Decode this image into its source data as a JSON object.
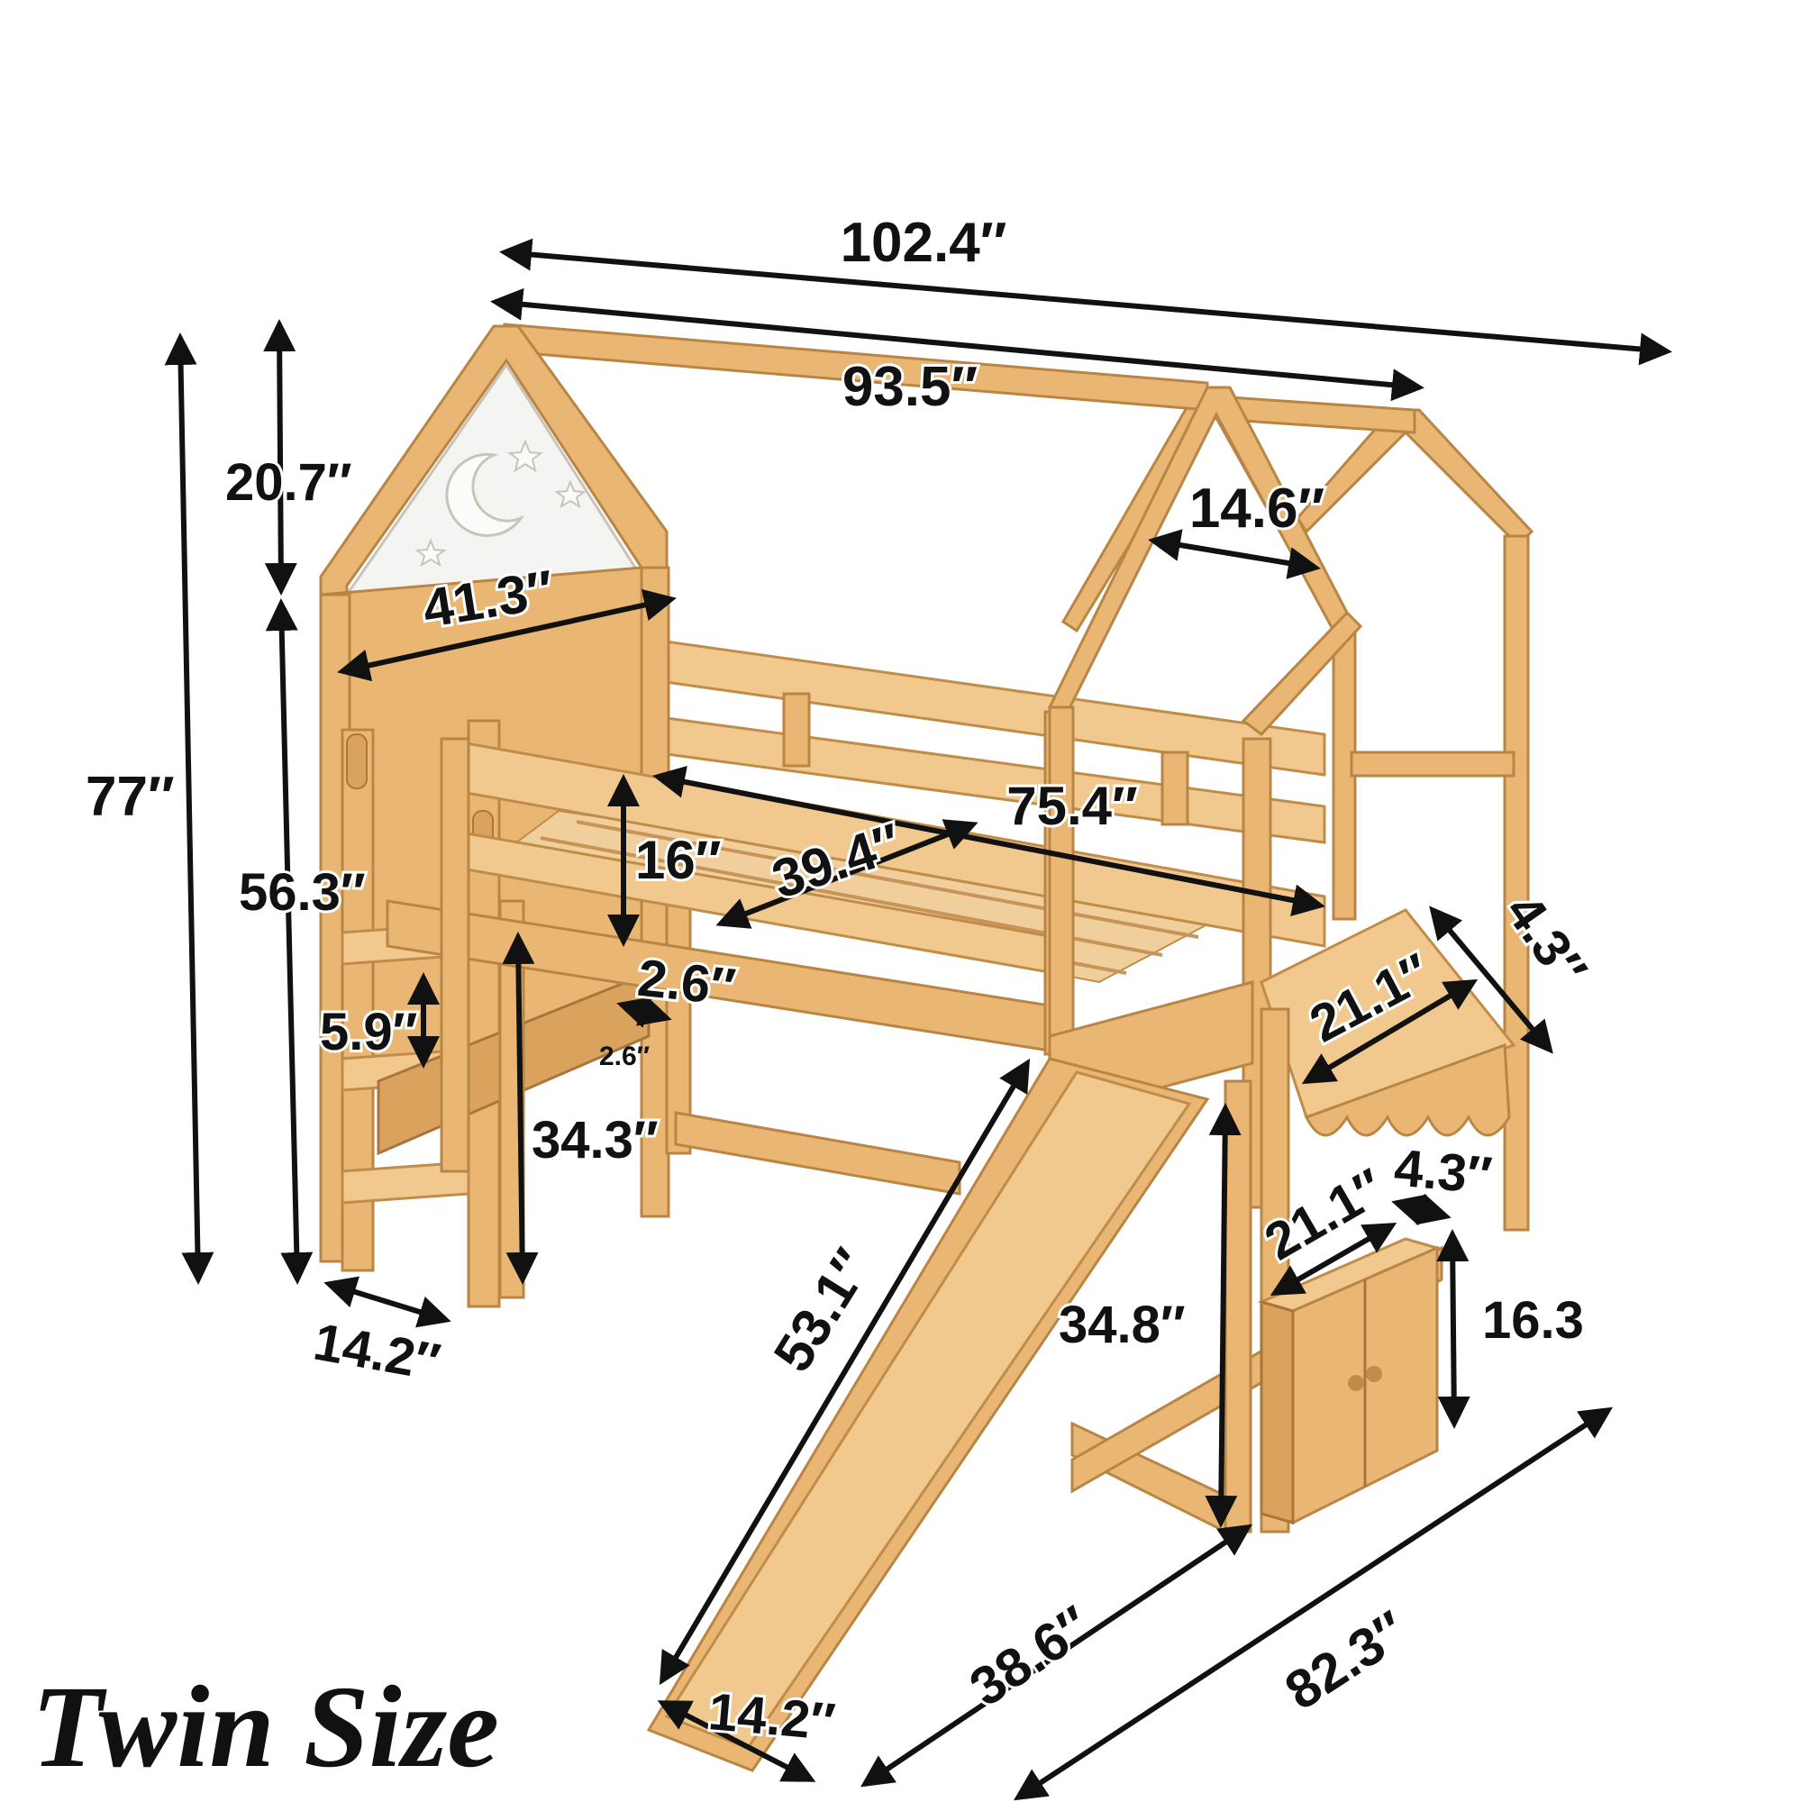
{
  "product": {
    "size_label": "Twin Size"
  },
  "dimensions": {
    "overall_length": "102.4″",
    "top_rail_length": "93.5″",
    "roof_height": "20.7″",
    "overall_height": "77″",
    "roof_top_width": "14.6″",
    "headboard_width": "41.3″",
    "end_height": "56.3″",
    "guardrail_height": "16″",
    "mattress_width": "39.4″",
    "mattress_length": "75.4″",
    "slat_thickness": "2.6″",
    "step_spacing": "5.9″",
    "step_thickness": "2.6″",
    "under_bed_clearance": "34.3″",
    "ladder_depth": "14.2″",
    "slide_length": "53.1″",
    "deck_height": "34.8″",
    "awning_width": "21.1″",
    "awning_depth": "4.3″",
    "cabinet_width": "21.1″",
    "cabinet_depth": "4.3″",
    "cabinet_height": "16.3",
    "slide_reach": "38.6″",
    "overall_width": "82.3″",
    "slide_width": "14.2″"
  },
  "colors": {
    "wood": "#e9b773",
    "wood_dark": "#d9a35e",
    "panel_white": "#f4f4f2",
    "ink": "#111111"
  }
}
